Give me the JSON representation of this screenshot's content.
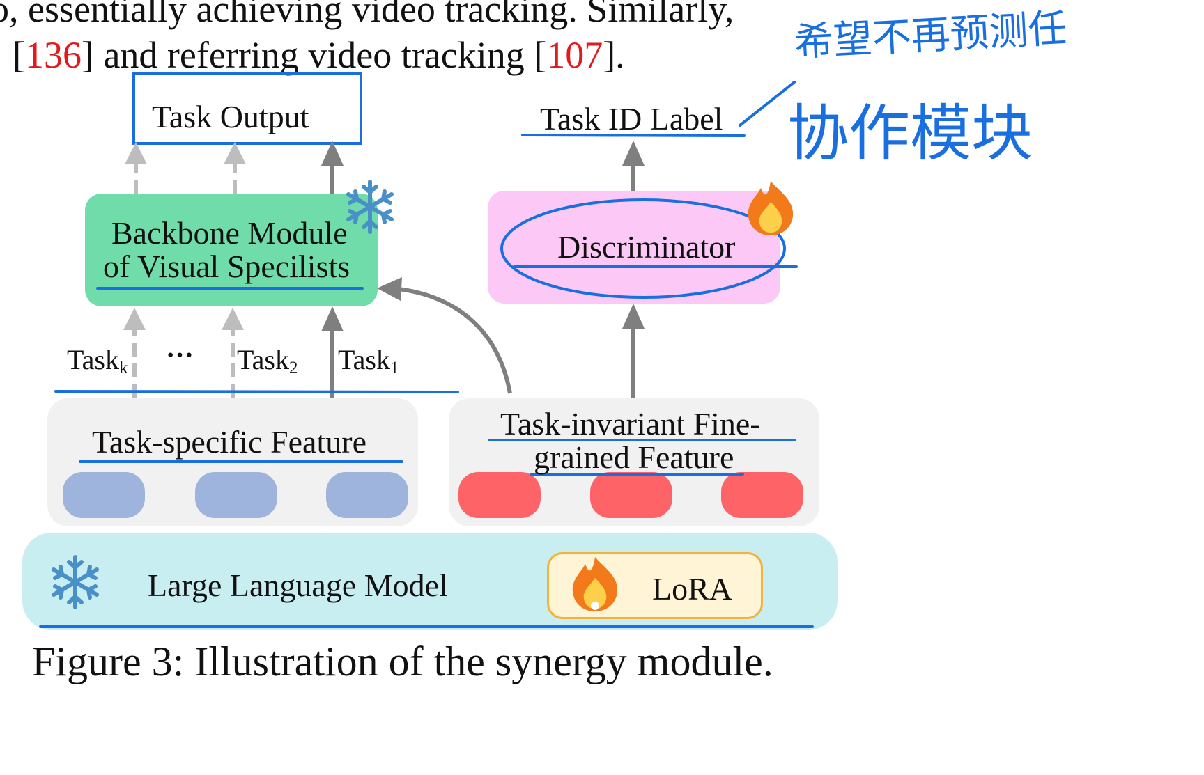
{
  "header_text": {
    "line1": "o, essentially achieving video tracking. Similarly,",
    "line2_pre": "[",
    "ref1": "136",
    "line2_mid": "] and referring video tracking [",
    "ref2": "107",
    "line2_post": "]."
  },
  "diagram": {
    "task_output": "Task Output",
    "task_id_label": "Task ID Label",
    "backbone_line1": "Backbone Module",
    "backbone_line2": "of Visual Specilists",
    "discriminator": "Discriminator",
    "task_k": "Task",
    "task_k_sub": "k",
    "ellipsis": "···",
    "task_2": "Task",
    "task_2_sub": "2",
    "task_1": "Task",
    "task_1_sub": "1",
    "task_specific": "Task-specific Feature",
    "task_invariant_line1": "Task-invariant Fine-",
    "task_invariant_line2": "grained Feature",
    "llm": "Large Language Model",
    "lora": "LoRA"
  },
  "annotation": {
    "handwritten_line1": "希望不再预测任",
    "handwritten_line2": "协作模块"
  },
  "caption": "Figure 3: Illustration of the synergy module.",
  "icons": {
    "frozen": "snowflake-icon",
    "trainable": "fire-icon"
  },
  "colors": {
    "annotation_blue": "#1a6fe0",
    "reference_red": "#e31a1c",
    "backbone_green": "#6fdcaa",
    "discriminator_pink": "#fcc9f7",
    "llm_cyan": "#c9eef2",
    "feature_gray": "#f1f1f1",
    "token_blue": "#9eb4dc",
    "token_red": "#fe6467",
    "lora_fill": "#fff4d6",
    "lora_border": "#f2b33a",
    "arrow_gray": "#7f7f7f",
    "arrow_light": "#bdbdbd",
    "snowflake_blue": "#4a90c8"
  }
}
